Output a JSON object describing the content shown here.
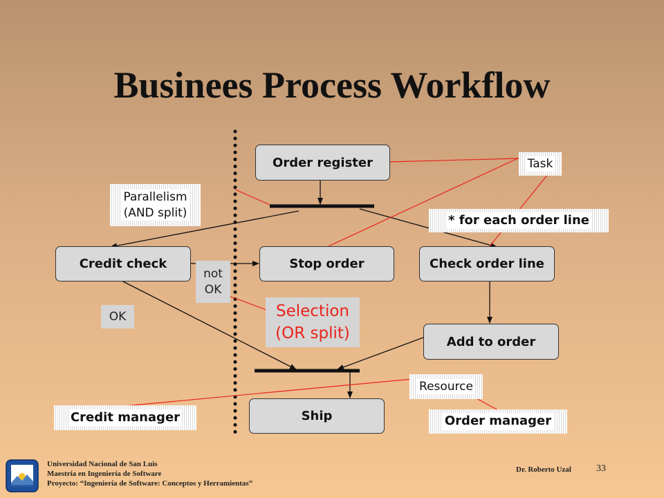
{
  "title": "Businees Process Workflow",
  "tasks": {
    "order_register": "Order register",
    "credit_check": "Credit check",
    "stop_order": "Stop order",
    "check_order_line": "Check order line",
    "add_to_order": "Add to order",
    "ship": "Ship"
  },
  "annotations": {
    "task": "Task",
    "parallelism_line1": "Parallelism",
    "parallelism_line2": "(AND split)",
    "for_each": "* for each order line",
    "not_ok_line1": "not",
    "not_ok_line2": "OK",
    "ok": "OK",
    "selection_line1": "Selection",
    "selection_line2": "(OR split)",
    "resource": "Resource",
    "credit_manager": "Credit manager",
    "order_manager": "Order manager"
  },
  "footer": {
    "line1": "Universidad Nacional de San Luis",
    "line2": "Maestría en Ingeniería de Software",
    "line3": "Proyecto: “Ingeniería de Software: Conceptos y Herramientas”",
    "author": "Dr. Roberto Uzal",
    "page_number": "33"
  },
  "colors": {
    "connector": "#e8251c",
    "selection_text": "#e8251c",
    "task_box": "#d9d9d9"
  }
}
